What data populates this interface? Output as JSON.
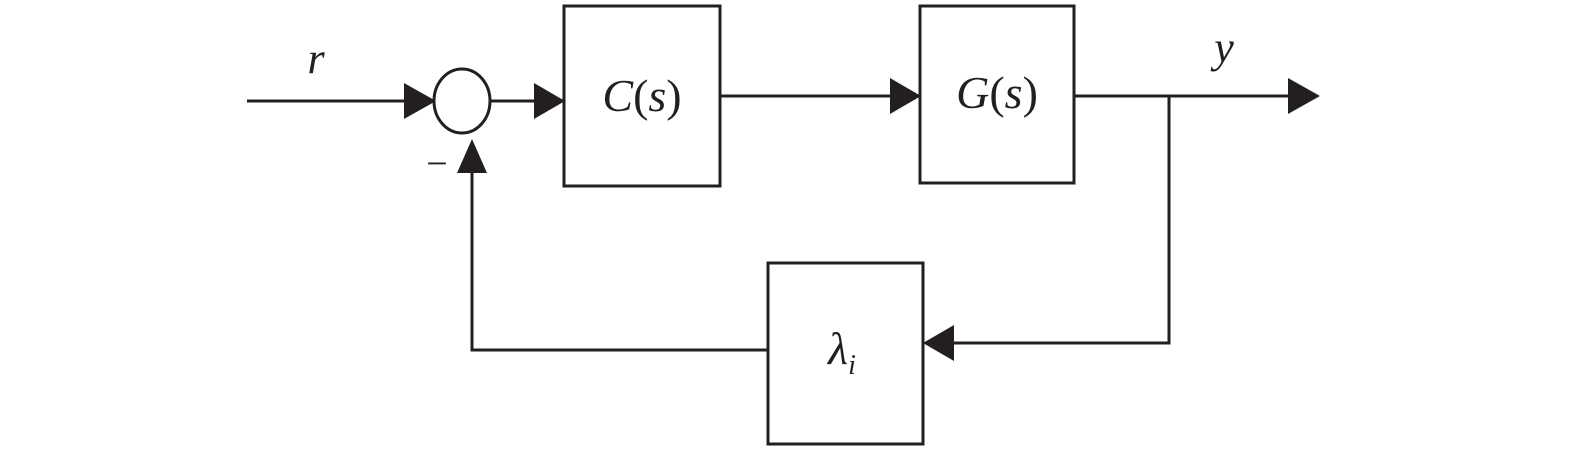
{
  "signals": {
    "input": "r",
    "output": "y",
    "feedback_sign": "−"
  },
  "blocks": {
    "controller": {
      "name": "C",
      "arg": "s"
    },
    "plant": {
      "name": "G",
      "arg": "s"
    },
    "feedback": {
      "symbol": "λ",
      "subscript": "i"
    }
  },
  "colors": {
    "ink": "#231f20",
    "background": "#ffffff"
  }
}
